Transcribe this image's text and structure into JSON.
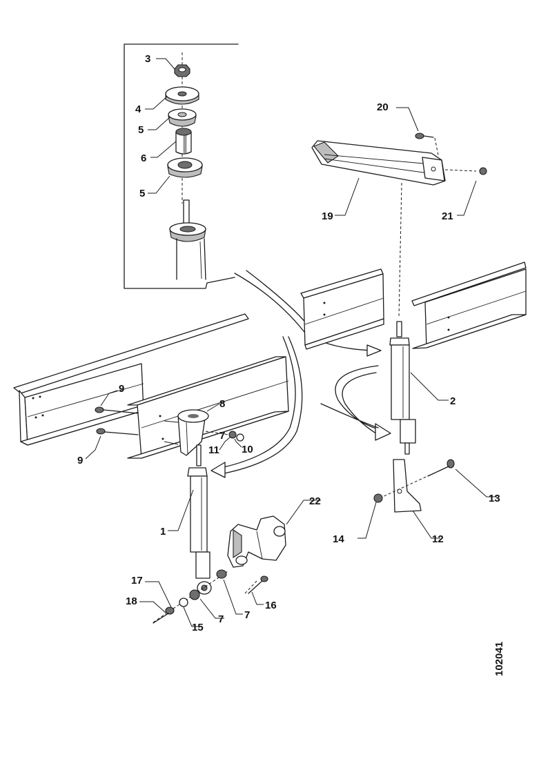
{
  "labels": {
    "p1": "1",
    "p2": "2",
    "p3": "3",
    "p4": "4",
    "p5a": "5",
    "p5b": "5",
    "p6": "6",
    "p7a": "7",
    "p7b": "7",
    "p7c": "7",
    "p8": "8",
    "p9a": "9",
    "p9b": "9",
    "p10": "10",
    "p11": "11",
    "p12": "12",
    "p13": "13",
    "p14": "14",
    "p15": "15",
    "p16": "16",
    "p17": "17",
    "p18": "18",
    "p19": "19",
    "p20": "20",
    "p21": "21",
    "p22": "22"
  },
  "drawing_ref": "102041"
}
